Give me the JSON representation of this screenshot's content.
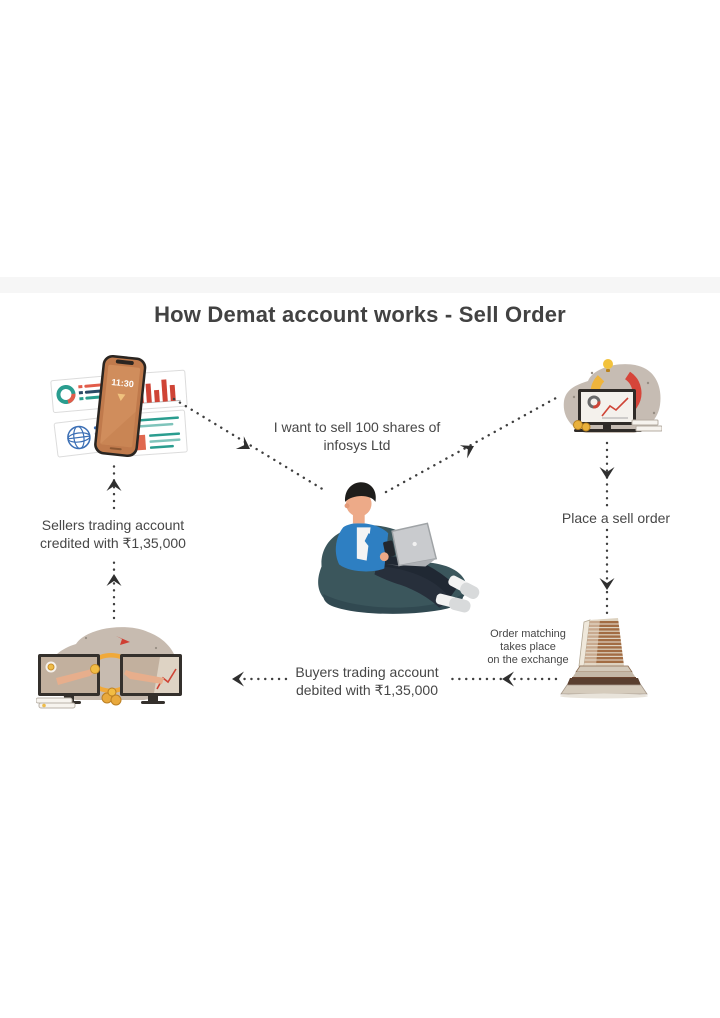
{
  "page": {
    "title": "How Demat account works - Sell Order",
    "background": "#ffffff"
  },
  "steps": {
    "sell_intent": {
      "line1": "I want to sell 100 shares of",
      "line2": "infosys Ltd"
    },
    "place_order": "Place a sell order",
    "order_matching": {
      "line1": "Order matching",
      "line2": "takes place",
      "line3": "on the exchange"
    },
    "buyer_debit": {
      "line1": "Buyers trading account",
      "line2": "debited with ₹1,35,000"
    },
    "seller_credit": {
      "line1": "Sellers trading account",
      "line2": "credited with ₹1,35,000"
    }
  },
  "phone": {
    "time": "11:30"
  },
  "illustrations": {
    "top_left": "demat-app-phone-with-stock-cards",
    "top_right": "broker-terminal-with-red-arrow-chart",
    "center": "investor-on-beanbag-with-laptop",
    "bottom_right": "stock-exchange-building",
    "bottom_left": "funds-transfer-between-monitors"
  },
  "colors": {
    "text": "#474747",
    "arrow": "#3f3f3f",
    "beanbag_teal": "#3b565c",
    "shirt_blue": "#2e7fc2",
    "blob_tan": "#c6bcb3",
    "phone_orange": "#c07a4c",
    "red_accent": "#d6453a",
    "yellow_accent": "#eeb43c",
    "teal_accent": "#2a9d8f",
    "building_tan": "#d8cfc2",
    "building_brown": "#a26c43"
  }
}
